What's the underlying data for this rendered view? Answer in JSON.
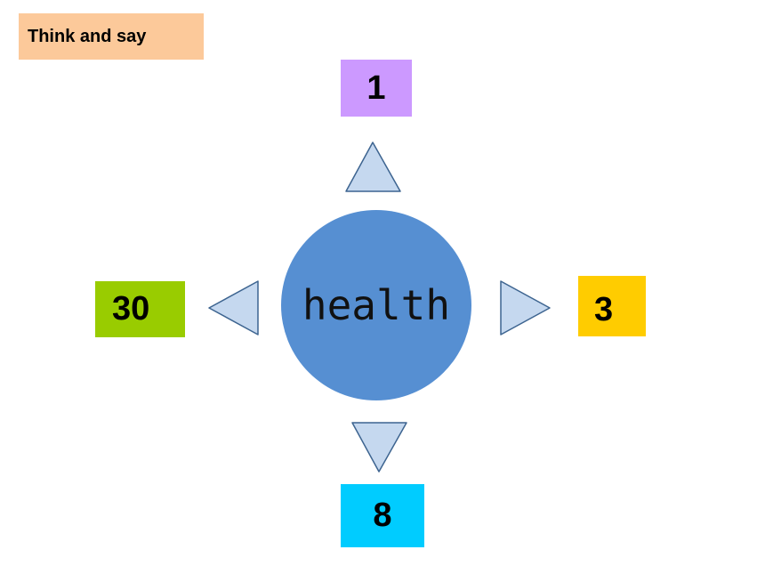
{
  "header": {
    "title": "Think  and say"
  },
  "center": {
    "label": "health"
  },
  "numbers": {
    "top": "1",
    "right": "3",
    "bottom": "8",
    "left": "30"
  },
  "colors": {
    "title_bg": "#fcc99a",
    "circle": "#568fd2",
    "arrow_fill": "#c5d8ef",
    "arrow_stroke": "#3d6490",
    "top_box": "#cc99ff",
    "right_box": "#ffcc00",
    "bottom_box": "#00ccff",
    "left_box": "#99cc00"
  }
}
